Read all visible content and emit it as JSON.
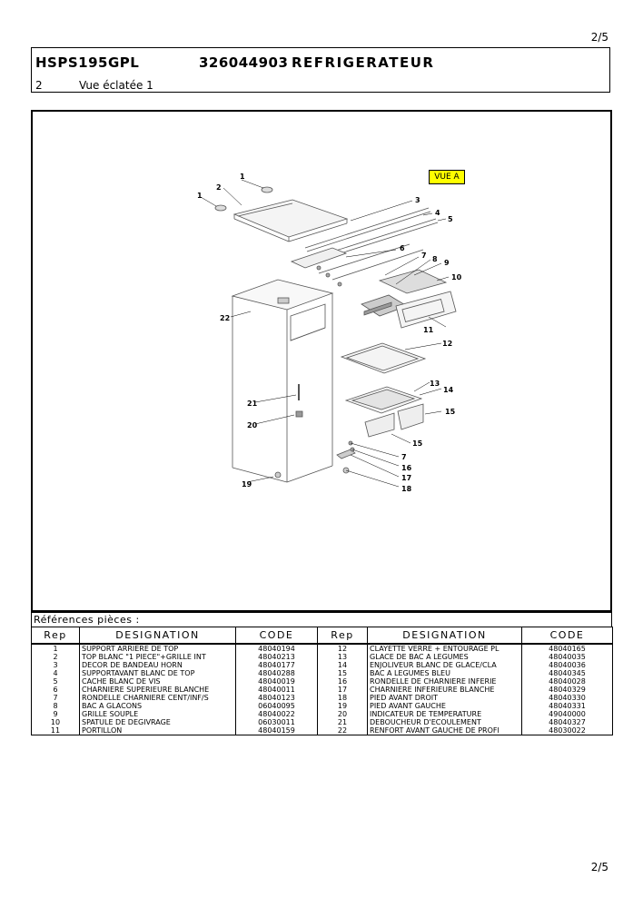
{
  "page": {
    "number": "2/5"
  },
  "header": {
    "model": "HSPS195GPL",
    "code": "326044903",
    "title": "REFRIGERATEUR",
    "section_number": "2",
    "section_title": "Vue éclatée 1"
  },
  "diagram": {
    "view_badge": "VUE A",
    "callouts": [
      "1",
      "1",
      "2",
      "3",
      "4",
      "5",
      "6",
      "7",
      "8",
      "9",
      "10",
      "11",
      "12",
      "13",
      "14",
      "15",
      "15",
      "7",
      "16",
      "17",
      "18",
      "19",
      "20",
      "21",
      "22"
    ]
  },
  "references": {
    "label": "Références pièces :",
    "headers": [
      "Rep",
      "DESIGNATION",
      "CODE",
      "Rep",
      "DESIGNATION",
      "CODE"
    ],
    "rows": [
      [
        "1",
        "SUPPORT ARRIERE DE TOP",
        "48040194",
        "12",
        "CLAYETTE VERRE + ENTOURAGE PL",
        "48040165"
      ],
      [
        "2",
        "TOP BLANC \"1 PIECE\"+GRILLE INT",
        "48040213",
        "13",
        "GLACE DE BAC A LEGUMES",
        "48040035"
      ],
      [
        "3",
        "DECOR DE BANDEAU HORN",
        "48040177",
        "14",
        "ENJOLIVEUR BLANC DE GLACE/CLA",
        "48040036"
      ],
      [
        "4",
        "SUPPORTAVANT BLANC DE TOP",
        "48040288",
        "15",
        "BAC A LEGUMES BLEU",
        "48040345"
      ],
      [
        "5",
        "CACHE BLANC DE VIS",
        "48040019",
        "16",
        "RONDELLE DE CHARNIERE INFERIE",
        "48040028"
      ],
      [
        "6",
        "CHARNIERE SUPERIEURE BLANCHE",
        "48040011",
        "17",
        "CHARNIERE INFERIEURE BLANCHE",
        "48040329"
      ],
      [
        "7",
        "RONDELLE CHARNIERE CENT/INF/S",
        "48040123",
        "18",
        "PIED AVANT DROIT",
        "48040330"
      ],
      [
        "8",
        "BAC A GLACONS",
        "06040095",
        "19",
        "PIED AVANT GAUCHE",
        "48040331"
      ],
      [
        "9",
        "GRILLE SOUPLE",
        "48040022",
        "20",
        "INDICATEUR DE TEMPERATURE",
        "49040000"
      ],
      [
        "10",
        "SPATULE DE DEGIVRAGE",
        "06030011",
        "21",
        "DEBOUCHEUR D'ECOULEMENT",
        "48040327"
      ],
      [
        "11",
        "PORTILLON",
        "48040159",
        "22",
        "RENFORT AVANT GAUCHE DE PROFI",
        "48030022"
      ]
    ]
  }
}
